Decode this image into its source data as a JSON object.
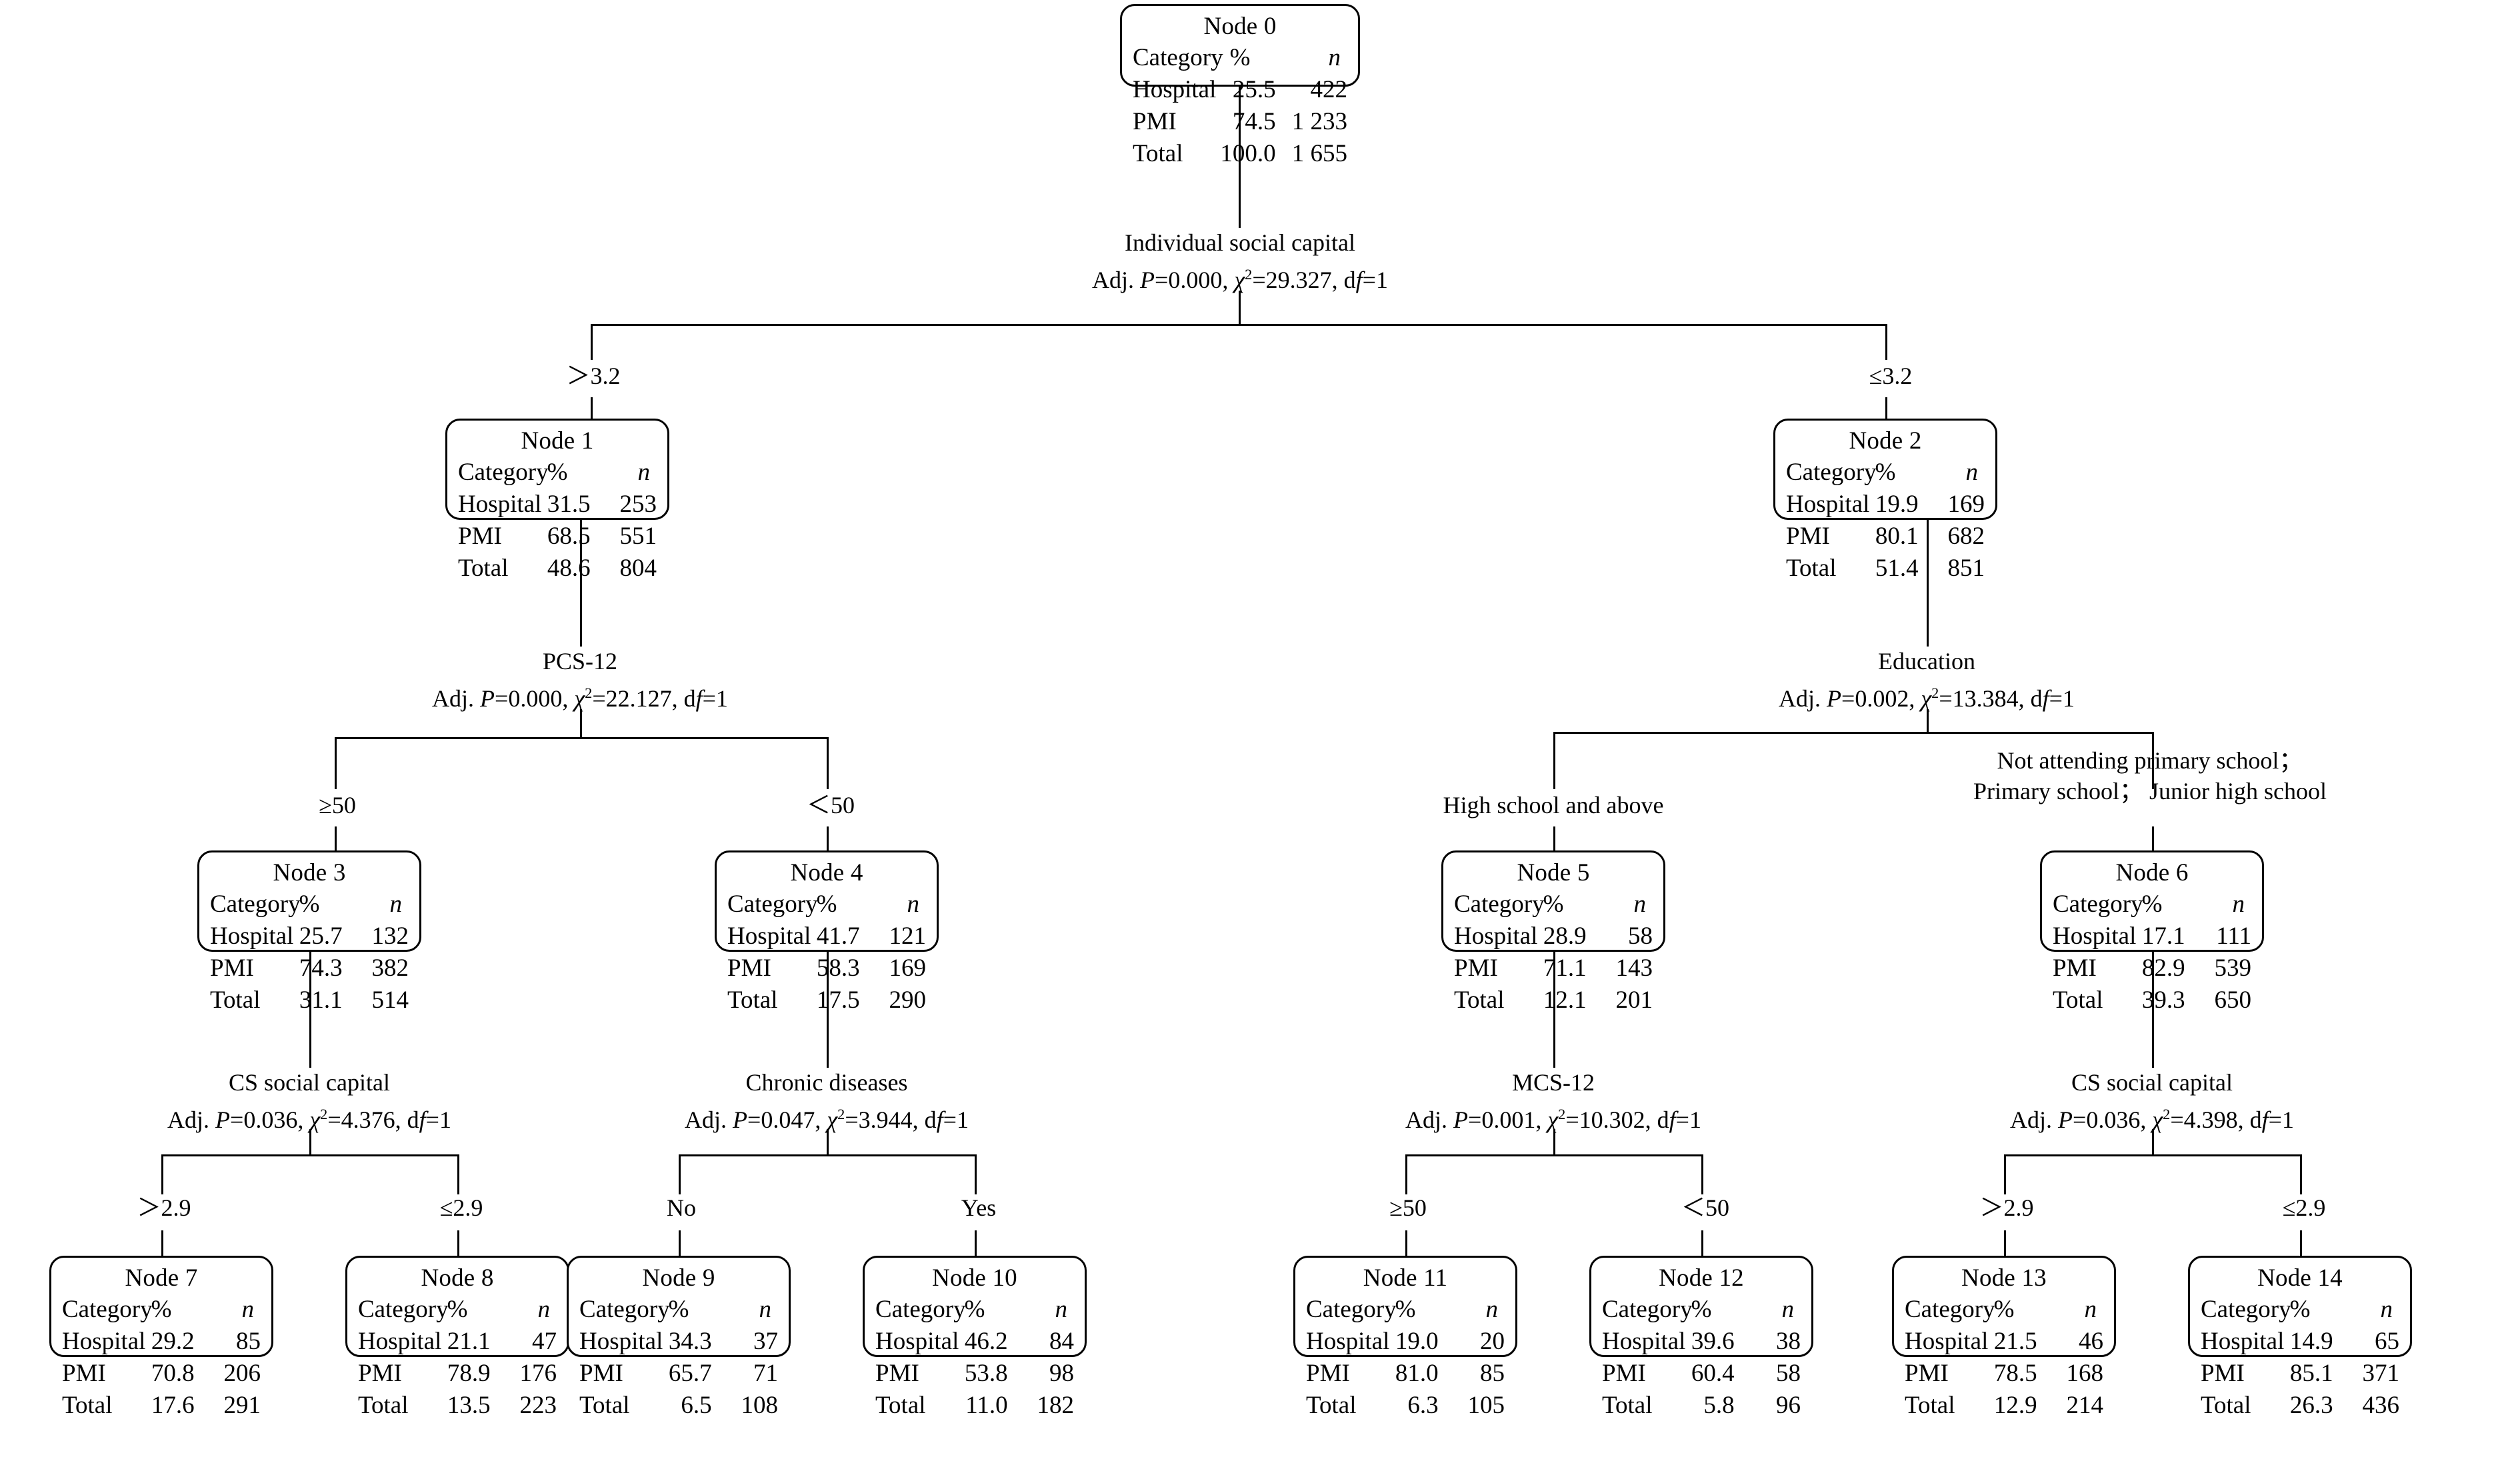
{
  "figure": {
    "type": "decision-tree",
    "columns": [
      "Category",
      "%",
      "n"
    ],
    "row_labels": [
      "Hospital",
      "PMI",
      "Total"
    ]
  },
  "nodes": [
    {
      "id": "node0",
      "title": "Node 0",
      "rows": [
        {
          "cat": "Hospital",
          "pct": "25.5",
          "n": "422"
        },
        {
          "cat": "PMI",
          "pct": "74.5",
          "n": "1 233"
        },
        {
          "cat": "Total",
          "pct": "100.0",
          "n": "1 655"
        }
      ]
    },
    {
      "id": "node1",
      "title": "Node 1",
      "rows": [
        {
          "cat": "Hospital",
          "pct": "31.5",
          "n": "253"
        },
        {
          "cat": "PMI",
          "pct": "68.5",
          "n": "551"
        },
        {
          "cat": "Total",
          "pct": "48.6",
          "n": "804"
        }
      ]
    },
    {
      "id": "node2",
      "title": "Node 2",
      "rows": [
        {
          "cat": "Hospital",
          "pct": "19.9",
          "n": "169"
        },
        {
          "cat": "PMI",
          "pct": "80.1",
          "n": "682"
        },
        {
          "cat": "Total",
          "pct": "51.4",
          "n": "851"
        }
      ]
    },
    {
      "id": "node3",
      "title": "Node 3",
      "rows": [
        {
          "cat": "Hospital",
          "pct": "25.7",
          "n": "132"
        },
        {
          "cat": "PMI",
          "pct": "74.3",
          "n": "382"
        },
        {
          "cat": "Total",
          "pct": "31.1",
          "n": "514"
        }
      ]
    },
    {
      "id": "node4",
      "title": "Node 4",
      "rows": [
        {
          "cat": "Hospital",
          "pct": "41.7",
          "n": "121"
        },
        {
          "cat": "PMI",
          "pct": "58.3",
          "n": "169"
        },
        {
          "cat": "Total",
          "pct": "17.5",
          "n": "290"
        }
      ]
    },
    {
      "id": "node5",
      "title": "Node 5",
      "rows": [
        {
          "cat": "Hospital",
          "pct": "28.9",
          "n": "58"
        },
        {
          "cat": "PMI",
          "pct": "71.1",
          "n": "143"
        },
        {
          "cat": "Total",
          "pct": "12.1",
          "n": "201"
        }
      ]
    },
    {
      "id": "node6",
      "title": "Node 6",
      "rows": [
        {
          "cat": "Hospital",
          "pct": "17.1",
          "n": "111"
        },
        {
          "cat": "PMI",
          "pct": "82.9",
          "n": "539"
        },
        {
          "cat": "Total",
          "pct": "39.3",
          "n": "650"
        }
      ]
    },
    {
      "id": "node7",
      "title": "Node 7",
      "rows": [
        {
          "cat": "Hospital",
          "pct": "29.2",
          "n": "85"
        },
        {
          "cat": "PMI",
          "pct": "70.8",
          "n": "206"
        },
        {
          "cat": "Total",
          "pct": "17.6",
          "n": "291"
        }
      ]
    },
    {
      "id": "node8",
      "title": "Node 8",
      "rows": [
        {
          "cat": "Hospital",
          "pct": "21.1",
          "n": "47"
        },
        {
          "cat": "PMI",
          "pct": "78.9",
          "n": "176"
        },
        {
          "cat": "Total",
          "pct": "13.5",
          "n": "223"
        }
      ]
    },
    {
      "id": "node9",
      "title": "Node 9",
      "rows": [
        {
          "cat": "Hospital",
          "pct": "34.3",
          "n": "37"
        },
        {
          "cat": "PMI",
          "pct": "65.7",
          "n": "71"
        },
        {
          "cat": "Total",
          "pct": "6.5",
          "n": "108"
        }
      ]
    },
    {
      "id": "node10",
      "title": "Node 10",
      "rows": [
        {
          "cat": "Hospital",
          "pct": "46.2",
          "n": "84"
        },
        {
          "cat": "PMI",
          "pct": "53.8",
          "n": "98"
        },
        {
          "cat": "Total",
          "pct": "11.0",
          "n": "182"
        }
      ]
    },
    {
      "id": "node11",
      "title": "Node 11",
      "rows": [
        {
          "cat": "Hospital",
          "pct": "19.0",
          "n": "20"
        },
        {
          "cat": "PMI",
          "pct": "81.0",
          "n": "85"
        },
        {
          "cat": "Total",
          "pct": "6.3",
          "n": "105"
        }
      ]
    },
    {
      "id": "node12",
      "title": "Node 12",
      "rows": [
        {
          "cat": "Hospital",
          "pct": "39.6",
          "n": "38"
        },
        {
          "cat": "PMI",
          "pct": "60.4",
          "n": "58"
        },
        {
          "cat": "Total",
          "pct": "5.8",
          "n": "96"
        }
      ]
    },
    {
      "id": "node13",
      "title": "Node 13",
      "rows": [
        {
          "cat": "Hospital",
          "pct": "21.5",
          "n": "46"
        },
        {
          "cat": "PMI",
          "pct": "78.5",
          "n": "168"
        },
        {
          "cat": "Total",
          "pct": "12.9",
          "n": "214"
        }
      ]
    },
    {
      "id": "node14",
      "title": "Node 14",
      "rows": [
        {
          "cat": "Hospital",
          "pct": "14.9",
          "n": "65"
        },
        {
          "cat": "PMI",
          "pct": "85.1",
          "n": "371"
        },
        {
          "cat": "Total",
          "pct": "26.3",
          "n": "436"
        }
      ]
    }
  ],
  "splits": [
    {
      "id": "split0",
      "variable": "Individual social capital",
      "stats_prefix": "Adj. ",
      "p_label": "P",
      "p_value": "=0.000, ",
      "chi": "χ",
      "chi_value": "=29.327, d",
      "df_italic": "f",
      "df_value": "=1"
    },
    {
      "id": "split1",
      "variable": "PCS-12",
      "p_value": "=0.000, ",
      "chi_value": "=22.127, d"
    },
    {
      "id": "split2",
      "variable": "Education",
      "p_value": "=0.002, ",
      "chi_value": "=13.384, d"
    },
    {
      "id": "split3",
      "variable": "CS social capital",
      "p_value": "=0.036, ",
      "chi_value": "=4.376, d"
    },
    {
      "id": "split4",
      "variable": "Chronic diseases",
      "p_value": "=0.047, ",
      "chi_value": "=3.944, d"
    },
    {
      "id": "split5",
      "variable": "MCS-12",
      "p_value": "=0.001, ",
      "chi_value": "=10.302, d"
    },
    {
      "id": "split6",
      "variable": "CS social capital",
      "p_value": "=0.036, ",
      "chi_value": "=4.398, d"
    }
  ],
  "edge_labels": {
    "e0_left": "＞3.2",
    "e0_right": "≤3.2",
    "e1_left": "≥50",
    "e1_right": "＜50",
    "e2_left": "High school and above",
    "e2_right_line1": "Not attending primary school；",
    "e2_right_line2": "Primary school；  Junior high school",
    "e3_left": "＞2.9",
    "e3_right": "≤2.9",
    "e4_left": "No",
    "e4_right": "Yes",
    "e5_left": "≥50",
    "e5_right": "＜50",
    "e6_left": "＞2.9",
    "e6_right": "≤2.9"
  },
  "stats_common": {
    "adj_prefix": "Adj. ",
    "p_symbol": "P",
    "chi_symbol": "χ",
    "chi_sup": "2",
    "d_prefix": "d",
    "f_symbol": "f",
    "df_tail": "=1"
  },
  "colors": {
    "line": "#000000",
    "background": "#ffffff",
    "text": "#000000"
  }
}
